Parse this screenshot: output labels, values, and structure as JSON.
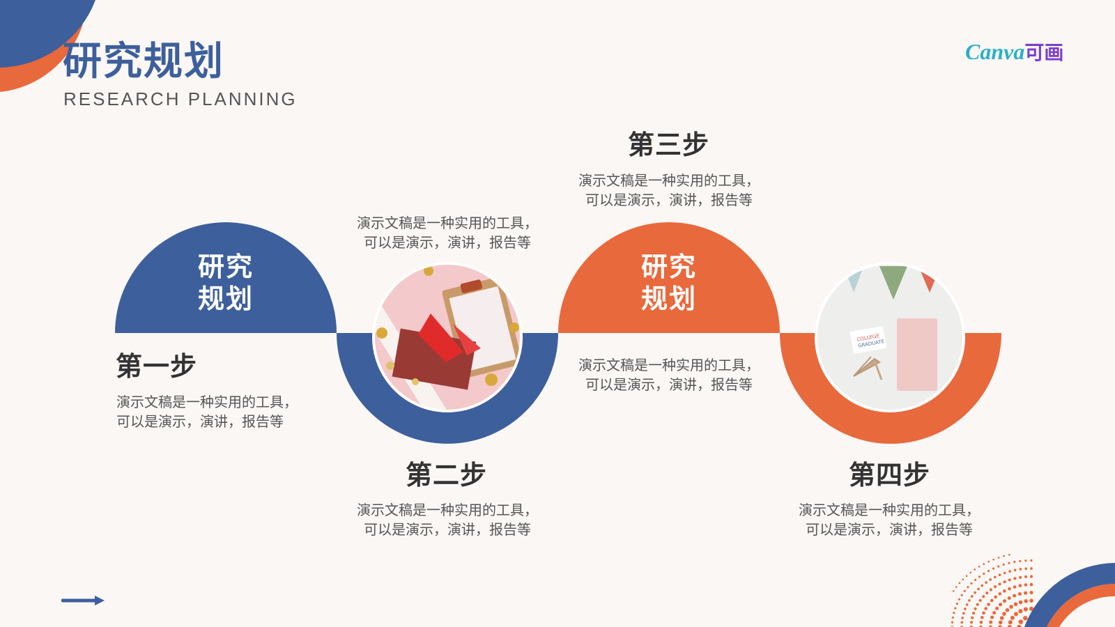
{
  "header": {
    "title": "研究规划",
    "subtitle": "RESEARCH PLANNING"
  },
  "logo": {
    "text_latin": "Canva",
    "text_cjk": "可画"
  },
  "colors": {
    "blue": "#3d5f9c",
    "orange": "#e8693c",
    "background": "#faf7f4"
  },
  "circle_labels": [
    {
      "line1": "研究",
      "line2": "规划"
    },
    {
      "line1": "研究",
      "line2": "规划"
    }
  ],
  "steps": [
    {
      "title": "第一步",
      "line1": "演示文稿是一种实用的工具，",
      "line2": "可以是演示，演讲，报告等"
    },
    {
      "title": "第二步",
      "line1": "演示文稿是一种实用的工具，",
      "line2": "可以是演示，演讲，报告等"
    },
    {
      "title": "第三步",
      "line1": "演示文稿是一种实用的工具，",
      "line2": "可以是演示，演讲，报告等"
    },
    {
      "title": "第四步",
      "line1": "演示文稿是一种实用的工具，",
      "line2": "可以是演示，演讲，报告等"
    }
  ],
  "extra_descs": [
    {
      "line1": "演示文稿是一种实用的工具，",
      "line2": "可以是演示，演讲，报告等"
    },
    {
      "line1": "演示文稿是一种实用的工具，",
      "line2": "可以是演示，演讲，报告等"
    }
  ],
  "images": [
    {
      "icon": "diploma-clipboard-photo"
    },
    {
      "icon": "graduation-notebook-photo"
    }
  ],
  "nav": {
    "icon": "arrow-right-icon"
  }
}
